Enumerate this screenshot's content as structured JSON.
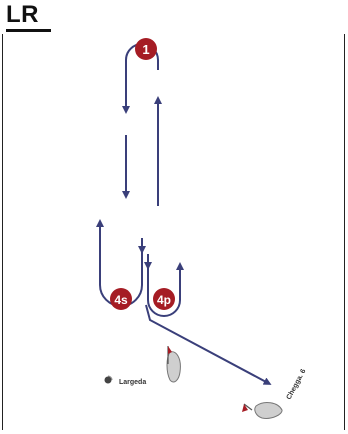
{
  "diagram": {
    "title": "LR",
    "marks": {
      "mark_1": "1",
      "gate_4s": "4s",
      "gate_4p": "4p"
    },
    "labels": {
      "pin_end": "Largeda",
      "committee_end": "Chegga. 6"
    },
    "colors": {
      "course_line": "#3a3f7a",
      "mark_fill": "#a51c24",
      "mark_text": "#ffffff",
      "boat_hull": "#cfcfcf",
      "boat_outline": "#777777"
    }
  }
}
